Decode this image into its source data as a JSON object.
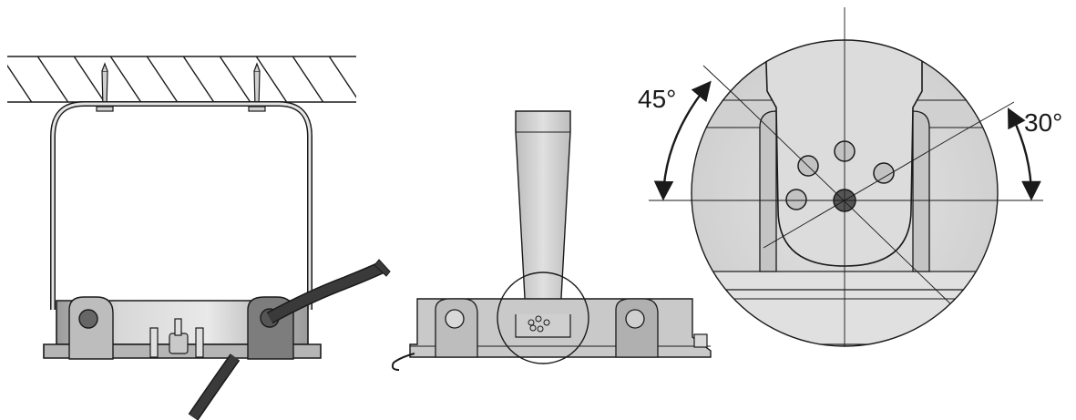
{
  "figure": {
    "panels": [
      "ceiling-mount-side-view",
      "bracket-front-view",
      "hole-pattern-detail"
    ],
    "detail": {
      "angle_left": "45°",
      "angle_right": "30°",
      "holes": 5
    },
    "colors": {
      "outline": "#1a1a1a",
      "metal_light": "#d9d9d9",
      "metal_mid": "#bdbdbd",
      "metal_dark": "#8c8c8c",
      "cable": "#3a3a3a",
      "detail_bg": "#e3e3e3"
    }
  }
}
